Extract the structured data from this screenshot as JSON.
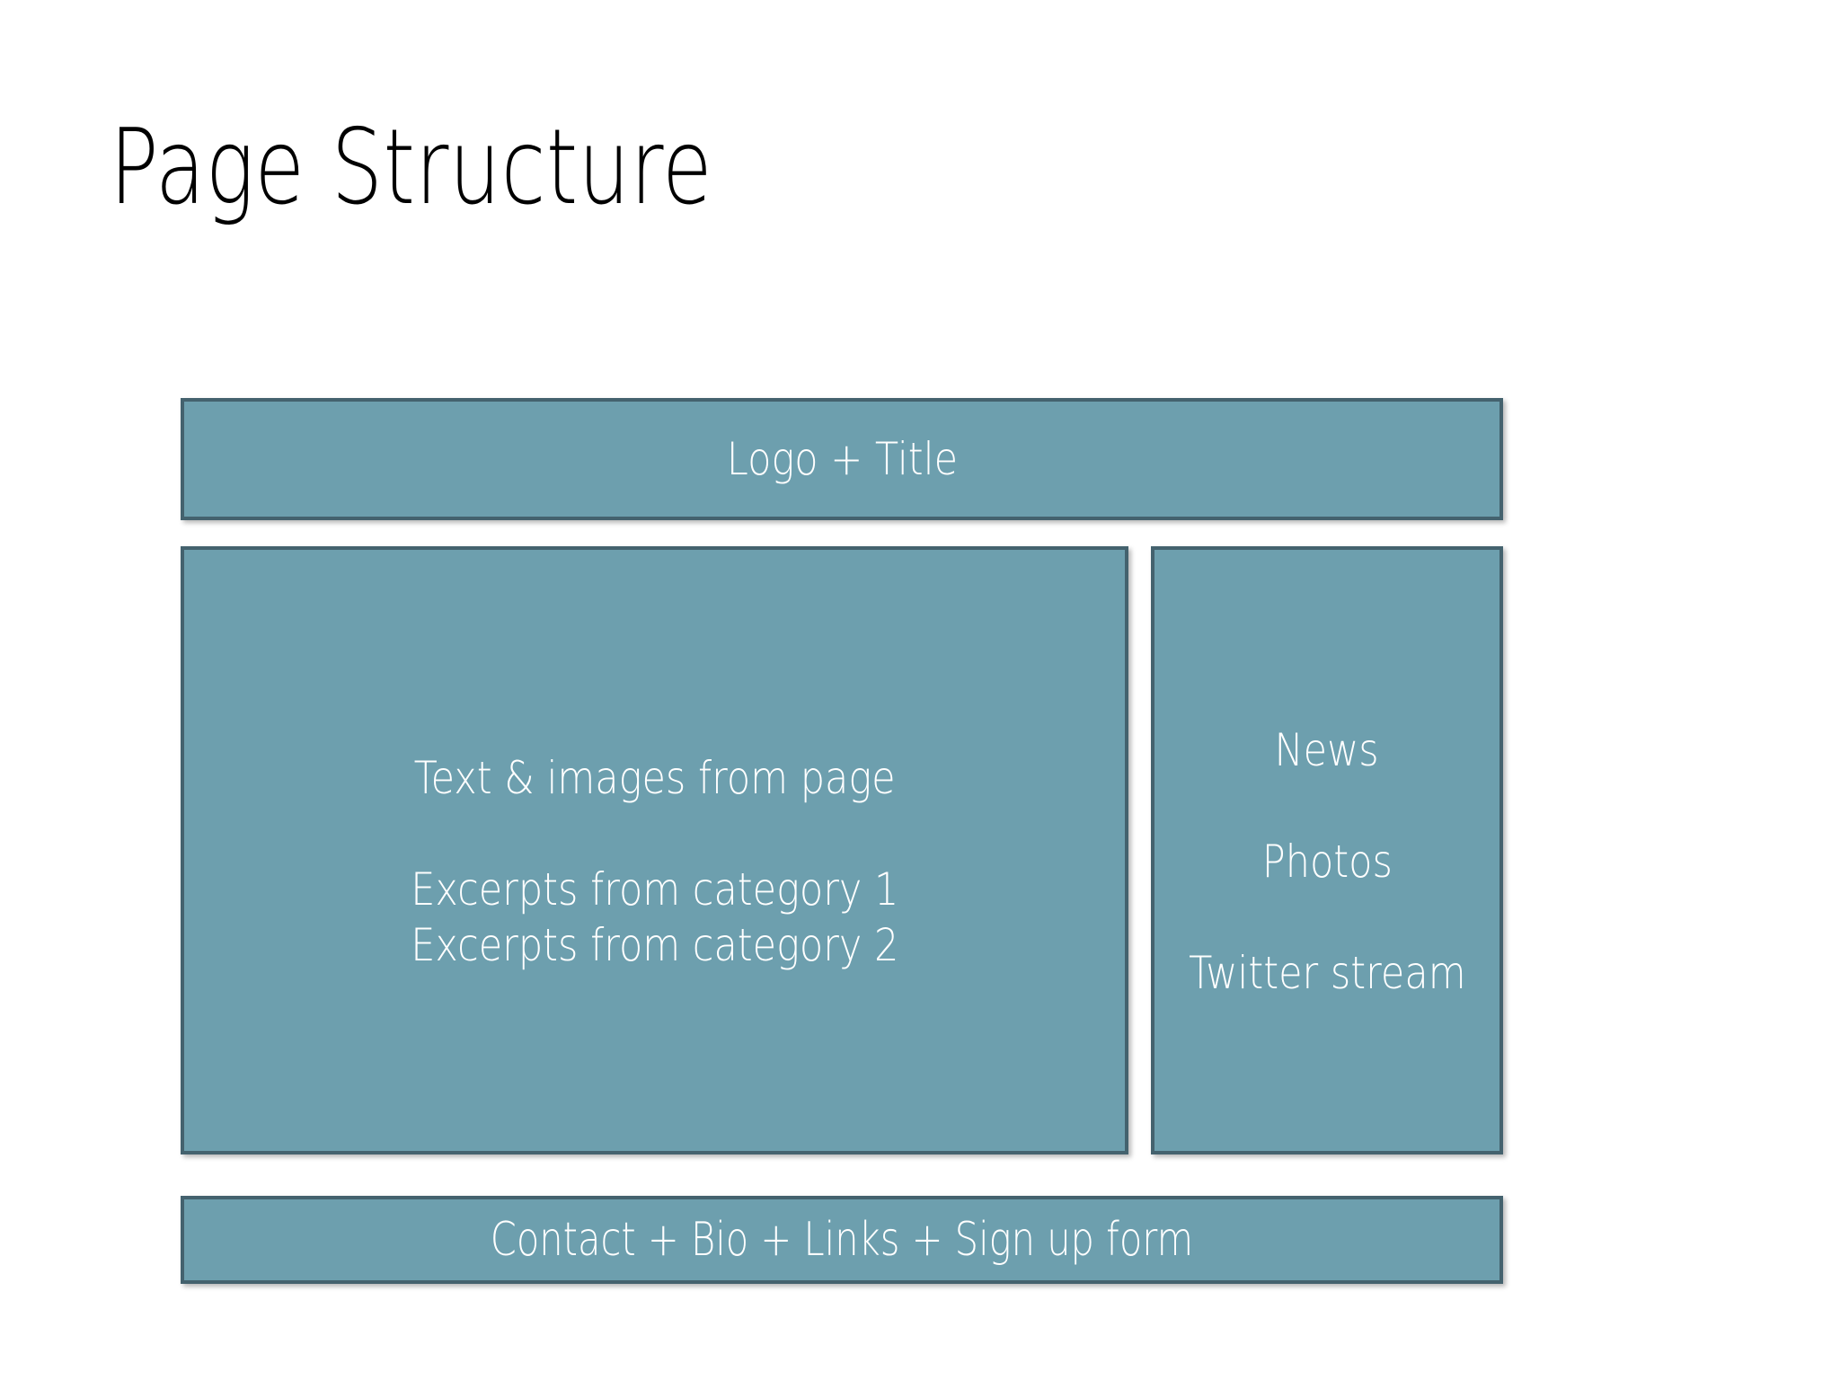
{
  "slide": {
    "title": "Page Structure",
    "background_color": "#FFFFFF",
    "title_color": "#000000"
  },
  "theme": {
    "block_fill": "#6D9FAE",
    "block_border": "#44626E",
    "block_text_color": "#FFFFFF"
  },
  "wireframe": {
    "header": {
      "label": "Logo + Title"
    },
    "main": {
      "lines": [
        "Text & images from page",
        "Excerpts from category 1",
        "Excerpts from category 2"
      ]
    },
    "sidebar": {
      "lines": [
        "News",
        "Photos",
        "Twitter stream"
      ]
    },
    "footer": {
      "label": "Contact + Bio + Links + Sign up form"
    }
  }
}
